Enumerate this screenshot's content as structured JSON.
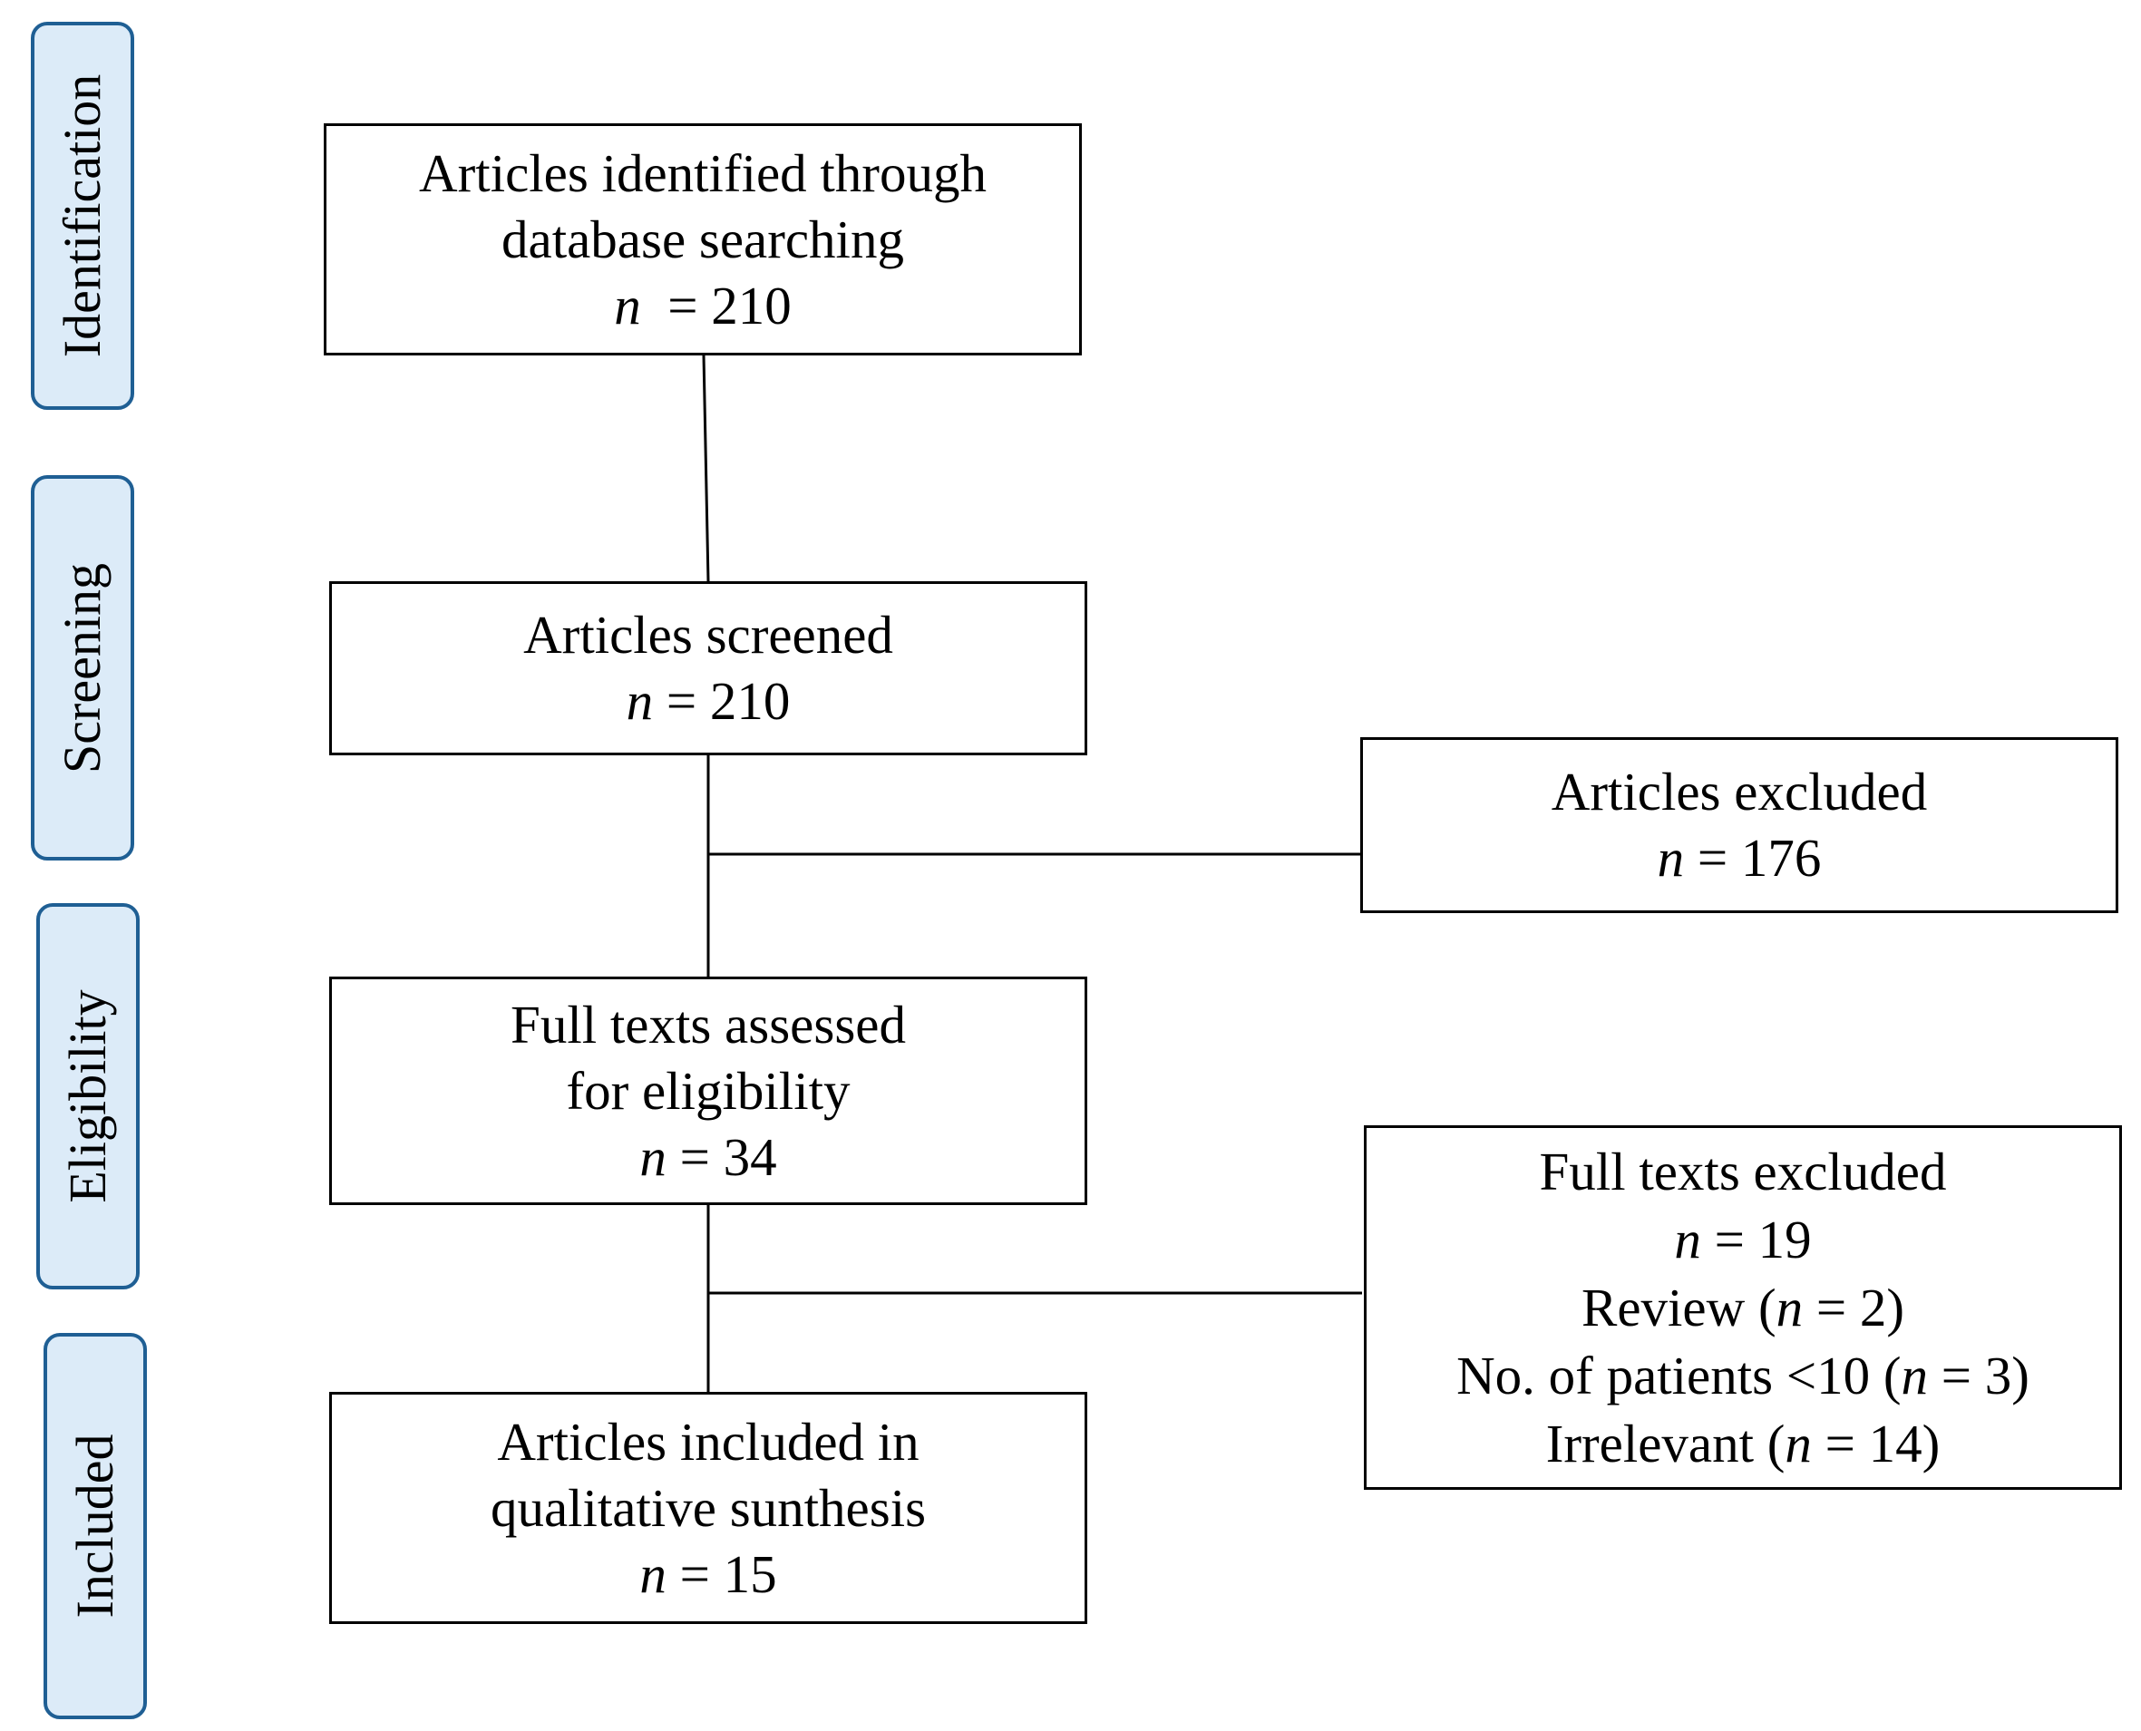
{
  "stages": {
    "identification": "Identification",
    "screening": "Screening",
    "eligibility": "Eligibility",
    "included": "Included"
  },
  "boxes": {
    "identified": {
      "line1": "Articles identified through",
      "line2": "database searching",
      "n_symbol": "n",
      "count": "= 210"
    },
    "screened": {
      "line1": "Articles screened",
      "n_symbol": "n",
      "count": "= 210"
    },
    "excluded": {
      "line1": "Articles excluded",
      "n_symbol": "n",
      "count": "= 176"
    },
    "full_texts": {
      "line1": "Full texts assessed",
      "line2": "for eligibility",
      "n_symbol": "n",
      "count": "= 34"
    },
    "full_texts_excluded": {
      "line1": "Full texts excluded",
      "n_symbol": "n",
      "count": "= 19",
      "reasons": [
        {
          "label": "Review (",
          "n_symbol": "n",
          "value": "= 2)"
        },
        {
          "label": "No. of patients <10 (",
          "n_symbol": "n",
          "value": "= 3)"
        },
        {
          "label": "Irrelevant (",
          "n_symbol": "n",
          "value": "= 14)"
        }
      ]
    },
    "included": {
      "line1": "Articles included in",
      "line2": "qualitative sunthesis",
      "n_symbol": "n",
      "count": "= 15"
    }
  },
  "colors": {
    "stage_fill": "#dcebf8",
    "stage_border": "#1f5f94",
    "box_border": "#000000"
  }
}
